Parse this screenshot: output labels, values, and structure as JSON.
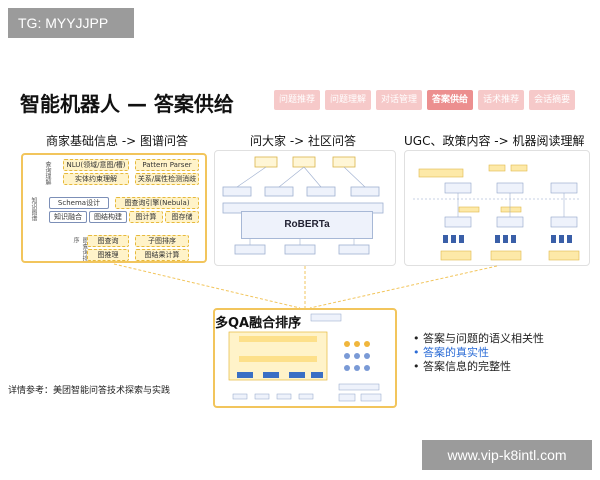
{
  "overlay": {
    "tg_label": "TG: MYYJJPP",
    "watermark": "www.vip-k8intl.com"
  },
  "slide": {
    "title": "智能机器人 — 答案供给",
    "tabs": [
      {
        "label": "问题推荐"
      },
      {
        "label": "问题理解"
      },
      {
        "label": "对话管理"
      },
      {
        "label": "答案供给",
        "active": true
      },
      {
        "label": "话术推荐"
      },
      {
        "label": "会话摘要"
      }
    ],
    "columns": {
      "left": "商家基础信息 -> 图谱问答",
      "middle": "问大家 -> 社区问答",
      "right": "UGC、政策内容 -> 机器阅读理解"
    },
    "left_panel": {
      "side_labels": [
        "查询理解",
        "知识图谱",
        "图查询排序"
      ],
      "rows": [
        [
          "NLU(领域/意图/槽)",
          "Pattern Parser"
        ],
        [
          "实体约束理解",
          "关系/属性检测消歧"
        ],
        [
          "Schema设计",
          "图查询引擎(Nebula)"
        ],
        [
          "知识融合",
          "图结构建",
          "图计算",
          "图存储"
        ],
        [
          "图查询",
          "子图排序"
        ],
        [
          "图推理",
          "图结果计算"
        ]
      ]
    },
    "middle_panel": {
      "model_label": "RoBERTa"
    },
    "qa_panel": {
      "title": "多QA融合排序"
    },
    "bullets": [
      {
        "text": "答案与问题的语义相关性",
        "highlight": false
      },
      {
        "text": "答案的真实性",
        "highlight": true
      },
      {
        "text": "答案信息的完整性",
        "highlight": false
      }
    ],
    "reference": "详情参考：美团智能问答技术探索与实践"
  },
  "colors": {
    "accent_yellow": "#f2c55c",
    "tab_inactive": "#f6c9c9",
    "tab_active": "#ec8f8f",
    "highlight_blue": "#2a6bd6"
  }
}
